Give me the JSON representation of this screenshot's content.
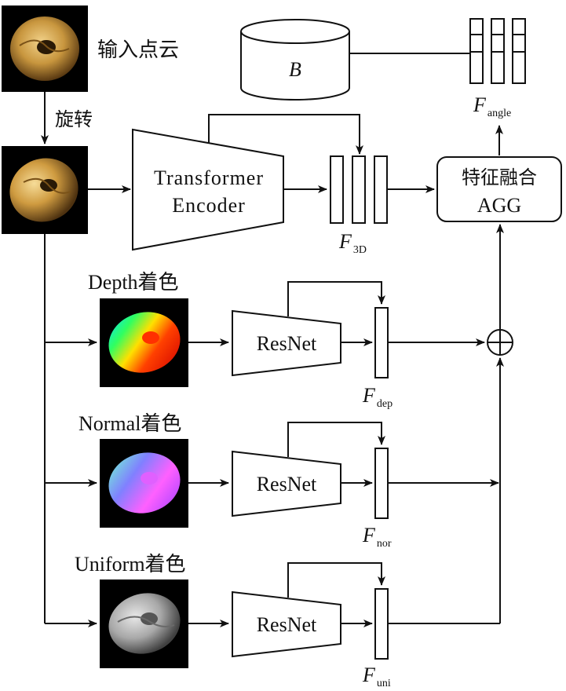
{
  "colors": {
    "stroke": "#111111",
    "background": "#ffffff",
    "bagel": "#c8963e",
    "image_bg": "#000000"
  },
  "input": {
    "label": "输入点云",
    "rotate_label": "旋转"
  },
  "database": {
    "label": "B"
  },
  "transformer": {
    "line1": "Transformer",
    "line2": "Encoder"
  },
  "fusion": {
    "line1": "特征融合",
    "line2": "AGG"
  },
  "features": {
    "angle": {
      "main": "F",
      "sub": "angle"
    },
    "f3d": {
      "main": "F",
      "sub": "3D"
    },
    "dep": {
      "main": "F",
      "sub": "dep"
    },
    "nor": {
      "main": "F",
      "sub": "nor"
    },
    "uni": {
      "main": "F",
      "sub": "uni"
    }
  },
  "branches": [
    {
      "label": "Depth着色",
      "net": "ResNet",
      "render": "depth-colormap"
    },
    {
      "label": "Normal着色",
      "net": "ResNet",
      "render": "normal-colormap"
    },
    {
      "label": "Uniform着色",
      "net": "ResNet",
      "render": "uniform-gray"
    }
  ],
  "icons": {
    "sum": "circled-plus-icon"
  }
}
